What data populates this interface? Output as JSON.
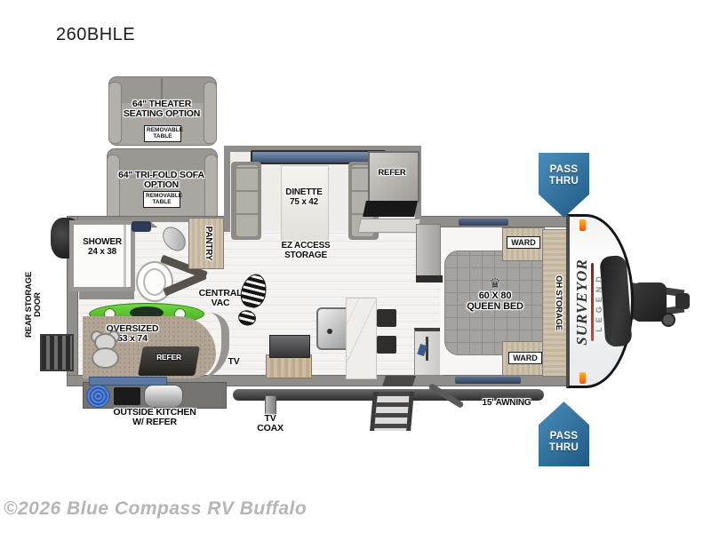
{
  "model": "260BHLE",
  "watermark": "©2026 Blue Compass RV Buffalo",
  "colors": {
    "pass_thru_blue": "#2e6f9e",
    "kayak_green": "#53c22f",
    "wall_gray": "#908e8b",
    "brand_red": "#c8281e"
  },
  "options": {
    "theater_sofa": "64\" THEATER\nSEATING OPTION",
    "theater_tag": "REMOVABLE\nTABLE",
    "trifold_sofa": "64\" TRI-FOLD SOFA\nOPTION",
    "trifold_tag": "REMOVABLE\nTABLE"
  },
  "labels": {
    "dinette": "DINETTE\n75 x 42",
    "refer_slide": "REFER",
    "ez_access": "EZ ACCESS\nSTORAGE",
    "shower": "SHOWER\n24 x 38",
    "pantry": "PANTRY",
    "rear_storage_door": "REAR STORAGE\nDOOR",
    "central_vac": "CENTRAL\nVAC",
    "tv": "TV",
    "oversized_bunk": "OVERSIZED\n53 x 74",
    "refer_bunk": "REFER",
    "outside_kitchen": "OUTSIDE KITCHEN\nW/ REFER",
    "tv_coax": "TV\nCOAX",
    "queen_bed": "60 X 80\nQUEEN BED",
    "ward_top": "WARD",
    "ward_bottom": "WARD",
    "oh_storage": "OH STORAGE",
    "awning": "15' AWNING",
    "pass_thru_top": "PASS\nTHRU",
    "pass_thru_bottom": "PASS\nTHRU"
  },
  "brand": {
    "primary": "SURVEYOR",
    "secondary": "LEGEND"
  }
}
